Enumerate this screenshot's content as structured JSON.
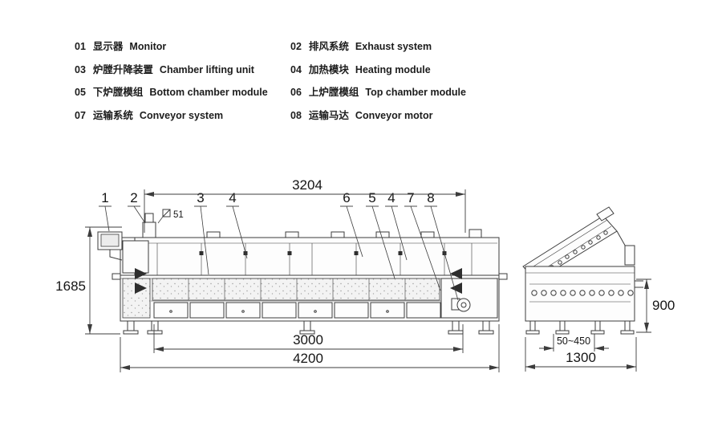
{
  "page": {
    "background": "#ffffff",
    "line_color": "#3c3c3c"
  },
  "legend": {
    "items": [
      {
        "num": "01",
        "cn": "显示器",
        "en": "Monitor"
      },
      {
        "num": "02",
        "cn": "排风系统",
        "en": "Exhaust system"
      },
      {
        "num": "03",
        "cn": "炉膛升降装置",
        "en": "Chamber lifting unit"
      },
      {
        "num": "04",
        "cn": "加热模块",
        "en": "Heating module"
      },
      {
        "num": "05",
        "cn": "下炉膛模组",
        "en": "Bottom chamber module"
      },
      {
        "num": "06",
        "cn": "上炉膛模组",
        "en": "Top chamber module"
      },
      {
        "num": "07",
        "cn": "运输系统",
        "en": "Conveyor system"
      },
      {
        "num": "08",
        "cn": "运输马达",
        "en": "Conveyor motor"
      }
    ]
  },
  "front_view": {
    "dim_top": "3204",
    "dim_height": "1685",
    "dim_conveyor": "3000",
    "dim_total": "4200",
    "note_51": "51",
    "callouts": [
      "1",
      "2",
      "3",
      "4",
      "6",
      "5",
      "4",
      "7",
      "8"
    ]
  },
  "side_view": {
    "dim_height": "900",
    "dim_rail_width": "50~450",
    "dim_depth": "1300"
  }
}
